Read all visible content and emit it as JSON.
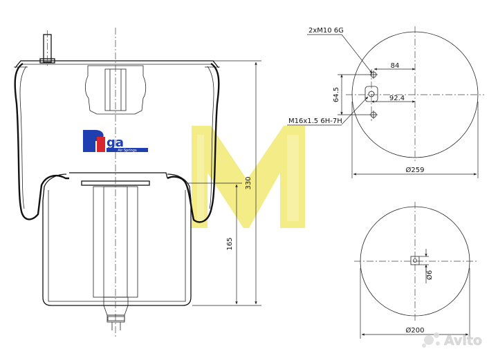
{
  "logo": {
    "letters": "PEga",
    "tagline": "Air Springs",
    "colors": {
      "primary": "#1f3fb0",
      "secondary": "#d8262e"
    }
  },
  "watermark": {
    "shape": "M",
    "color": "#f2ea7a"
  },
  "side_view": {
    "dim_height": "330",
    "dim_lower": "165"
  },
  "top_view": {
    "mount_bolts": "2xM10 6G",
    "dim_horizontal": "84",
    "dim_vertical": "64.5",
    "dim_offset": "92.4",
    "center_thread": "M16x1.5 6H-7H",
    "diameter": "Ø259"
  },
  "bottom_view": {
    "pin_diameter": "Ø6",
    "diameter": "Ø200"
  },
  "avito": {
    "brand": "Avito",
    "colors": [
      "#97cf26",
      "#a169f7",
      "#ff6163",
      "#0af"
    ]
  }
}
